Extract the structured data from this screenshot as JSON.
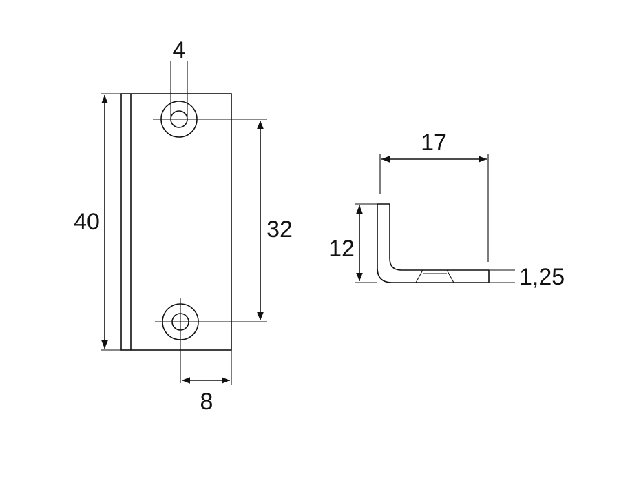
{
  "colors": {
    "line": "#111111",
    "background": "#ffffff"
  },
  "front_view": {
    "hole_width": "4",
    "total_height": "40",
    "hole_spacing": "32",
    "hole_edge_distance": "8"
  },
  "side_view": {
    "depth": "17",
    "height": "12",
    "thickness": "1,25"
  }
}
